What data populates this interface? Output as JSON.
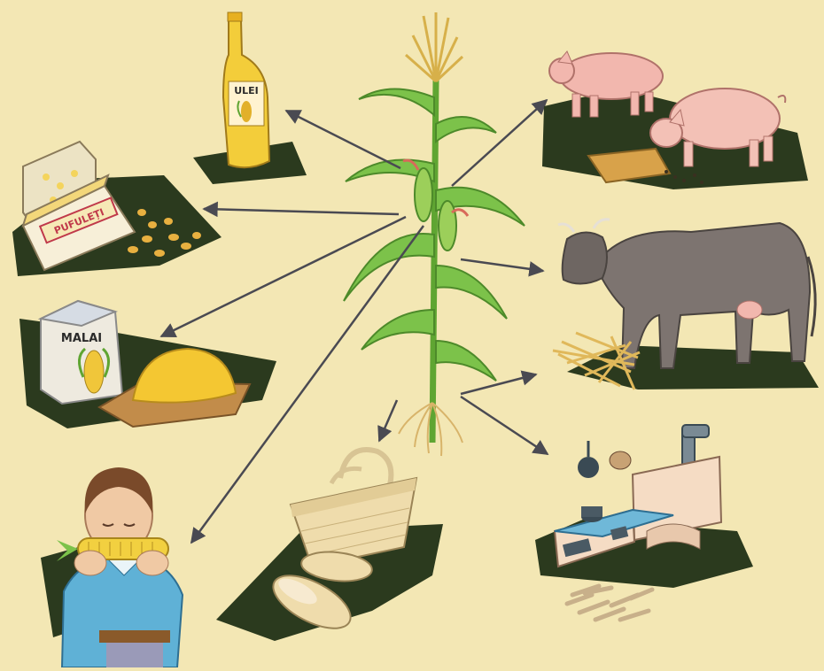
{
  "colors": {
    "paper": "#f3e7b4",
    "shadow": "#2b3a1e",
    "arrow": "#4a4a52",
    "stalk": "#5fa532",
    "leaf": "#7cc24a",
    "pink": "#f2b7ae",
    "cow": "#7d7470",
    "corn": "#f0c63a",
    "straw": "#e0b85a",
    "shirt": "#5fb1d6",
    "stove": "#f5dcc4"
  },
  "labels": {
    "oil_bottle": "ULEI",
    "puffs_box": "PUFULEȚI",
    "flour_bag": "MALAI"
  }
}
